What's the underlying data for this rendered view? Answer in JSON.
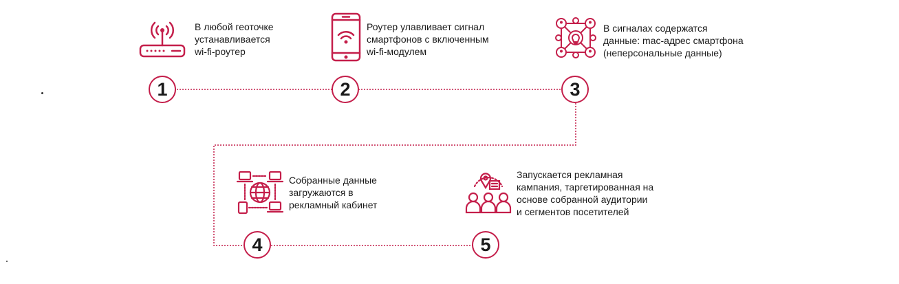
{
  "accent_color": "#c41e4a",
  "steps": [
    {
      "number": "1",
      "icon": "wifi-router-icon",
      "lines": [
        "В любой геоточке",
        "устанавливается",
        "wi-fi-роутер"
      ]
    },
    {
      "number": "2",
      "icon": "smartphone-wifi-icon",
      "lines": [
        "Роутер улавливает сигнал",
        "смартфонов с включенным",
        "wi-fi-модулем"
      ]
    },
    {
      "number": "3",
      "icon": "network-people-icon",
      "lines": [
        "В сигналах содержатся",
        "данные: mac-адрес смартфона",
        "(неперсональные данные)"
      ]
    },
    {
      "number": "4",
      "icon": "devices-globe-icon",
      "lines": [
        "Собранные данные",
        "загружаются в",
        "рекламный кабинет"
      ]
    },
    {
      "number": "5",
      "icon": "targeted-audience-icon",
      "lines": [
        "Запускается рекламная",
        "кампания, таргетированная на",
        "основе собранной аудитории",
        "и сегментов посетителей"
      ]
    }
  ]
}
